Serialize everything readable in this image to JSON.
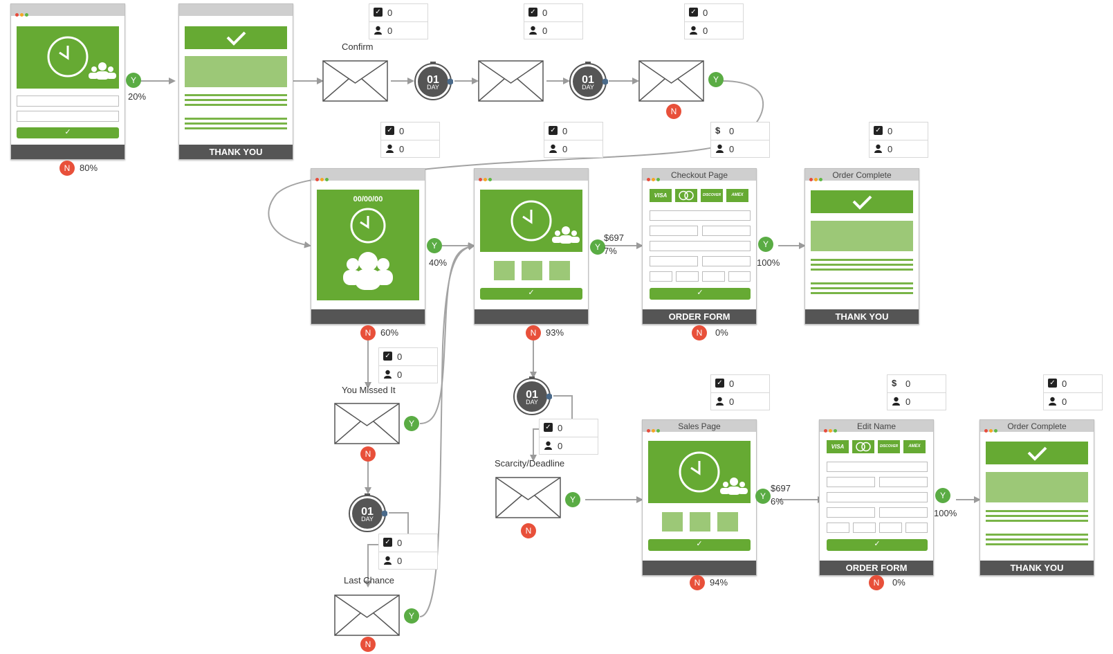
{
  "labels": {
    "confirm": "Confirm",
    "you_missed_it": "You Missed It",
    "last_chance": "Last Chance",
    "scarcity_deadline": "Scarcity/Deadline"
  },
  "timer": {
    "number": "01",
    "unit": "DAY",
    "countdown": "00/00/00"
  },
  "pages": {
    "optin": {},
    "thankyou1": {
      "footer": "THANK YOU"
    },
    "webinar": {
      "countdown": "00/00/00"
    },
    "sales1": {},
    "checkout1": {
      "title": "Checkout Page",
      "footer": "ORDER FORM"
    },
    "complete1": {
      "title": "Order Complete",
      "footer": "THANK YOU"
    },
    "sales2": {
      "title": "Sales Page"
    },
    "checkout2": {
      "title": "Edit Name",
      "footer": "ORDER FORM"
    },
    "complete2": {
      "title": "Order Complete",
      "footer": "THANK YOU"
    }
  },
  "cards": [
    "VISA",
    "MC",
    "DISCOVER",
    "AMEX"
  ],
  "decisions": {
    "optin_y": "Y",
    "optin_y_pct": "20%",
    "optin_n": "N",
    "optin_n_pct": "80%",
    "email3_y": "Y",
    "email3_n": "N",
    "webinar_y": "Y",
    "webinar_y_pct": "40%",
    "webinar_n": "N",
    "webinar_n_pct": "60%",
    "sales1_y": "Y",
    "sales1_y_amt": "$697",
    "sales1_y_pct": "7%",
    "sales1_n": "N",
    "sales1_n_pct": "93%",
    "checkout1_y": "Y",
    "checkout1_y_pct": "100%",
    "checkout1_n": "N",
    "checkout1_n_pct": "0%",
    "missed_y": "Y",
    "missed_n": "N",
    "last_y": "Y",
    "last_n": "N",
    "scarcity_y": "Y",
    "scarcity_n": "N",
    "sales2_y": "Y",
    "sales2_y_amt": "$697",
    "sales2_y_pct": "6%",
    "sales2_n": "N",
    "sales2_n_pct": "94%",
    "checkout2_y": "Y",
    "checkout2_y_pct": "100%",
    "checkout2_n": "N",
    "checkout2_n_pct": "0%"
  },
  "stats": {
    "email1": {
      "top": "0",
      "bottom": "0"
    },
    "email2": {
      "top": "0",
      "bottom": "0"
    },
    "email3": {
      "top": "0",
      "bottom": "0"
    },
    "webinar": {
      "top": "0",
      "bottom": "0"
    },
    "sales1": {
      "top": "0",
      "bottom": "0"
    },
    "checkout1": {
      "top": "0",
      "bottom": "0"
    },
    "complete1": {
      "top": "0",
      "bottom": "0"
    },
    "missed": {
      "top": "0",
      "bottom": "0"
    },
    "last": {
      "top": "0",
      "bottom": "0"
    },
    "scarcity": {
      "top": "0",
      "bottom": "0"
    },
    "sales2": {
      "top": "0",
      "bottom": "0"
    },
    "checkout2": {
      "top": "0",
      "bottom": "0"
    },
    "complete2": {
      "top": "0",
      "bottom": "0"
    }
  },
  "colors": {
    "green": "#66aa33",
    "light_green": "#9cc877",
    "yes": "#5aac44",
    "no": "#e8503a",
    "footer": "#555555"
  }
}
